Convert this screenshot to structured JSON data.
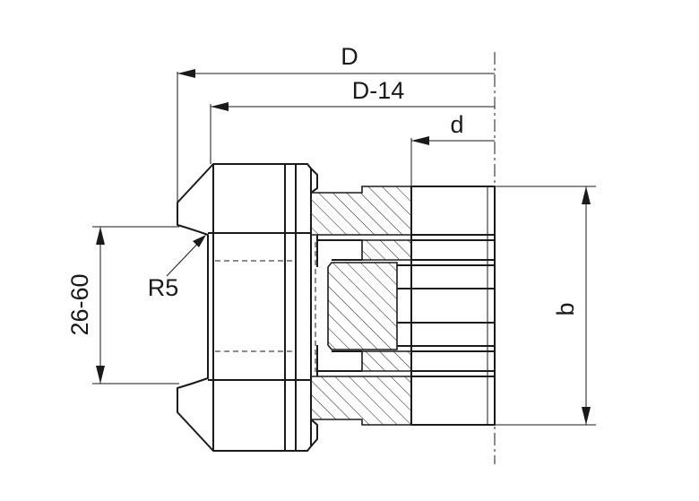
{
  "dimensions": {
    "outer_diameter": "D",
    "reduced_diameter": "D-14",
    "bore": "d",
    "radius": "R5",
    "height": "26-60",
    "width": "b"
  }
}
